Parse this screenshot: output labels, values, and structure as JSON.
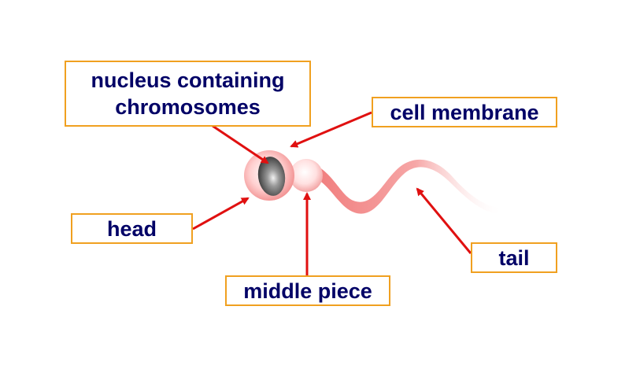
{
  "labels": {
    "nucleus_line1": "nucleus containing",
    "nucleus_line2": "chromosomes",
    "cell_membrane": "cell membrane",
    "head": "head",
    "middle_piece": "middle piece",
    "tail": "tail"
  },
  "colors": {
    "label_border": "#f0a020",
    "label_text": "#000066",
    "arrow": "#e01010",
    "cell_body": "#f4a0a0",
    "nucleus": "#555555"
  }
}
